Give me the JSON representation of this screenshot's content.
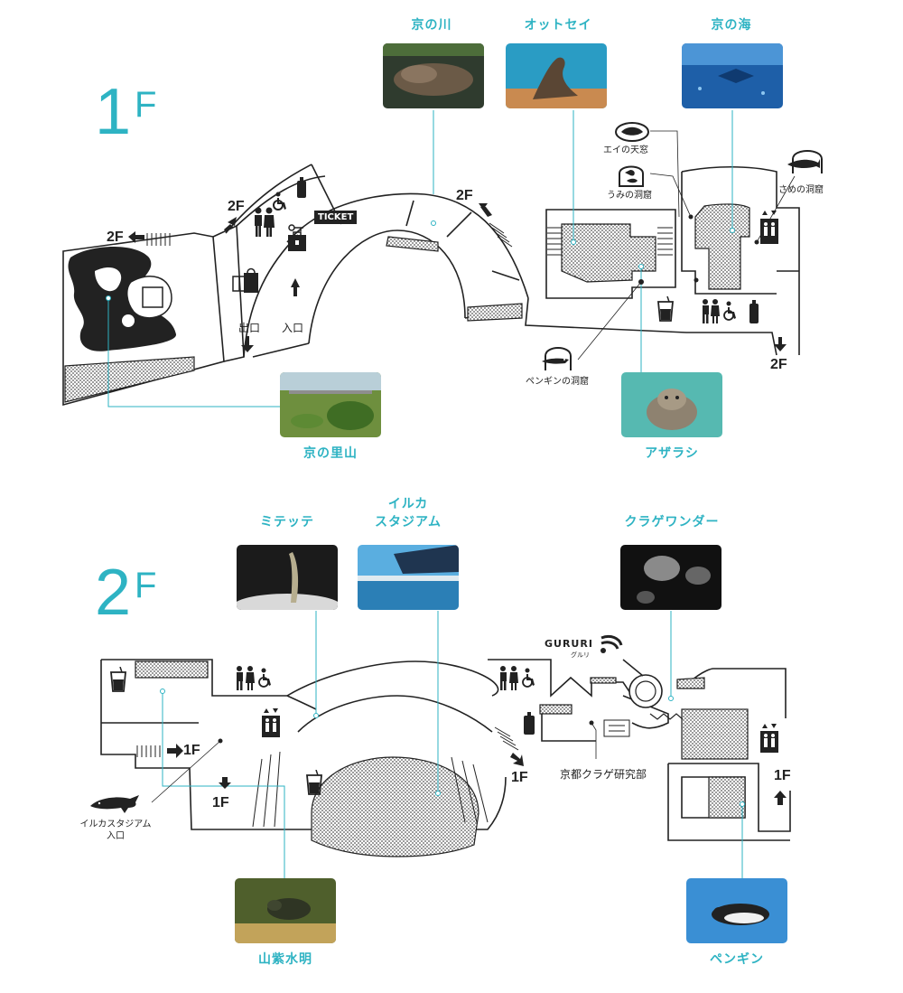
{
  "floor1": {
    "number": "1",
    "suffix": "F",
    "exhibits": [
      {
        "label": "京の川",
        "icon": "river-photo"
      },
      {
        "label": "オットセイ",
        "icon": "fur-seal-photo"
      },
      {
        "label": "京の海",
        "icon": "sea-photo"
      },
      {
        "label": "京の里山",
        "icon": "satoyama-photo"
      },
      {
        "label": "アザラシ",
        "icon": "seal-photo"
      }
    ],
    "windows": {
      "ray": "エイの天窓",
      "sea_cave": "うみの洞窟",
      "shark_cave": "さめの洞窟",
      "penguin_cave": "ペンギンの洞窟"
    },
    "ticket": "TICKET",
    "exit": "出口",
    "entrance": "入口",
    "to_2f": "2F"
  },
  "floor2": {
    "number": "2",
    "suffix": "F",
    "exhibits": [
      {
        "label": "ミテッテ",
        "icon": "eel-photo"
      },
      {
        "label": "イルカ",
        "label2": "スタジアム",
        "icon": "dolphin-stadium-photo"
      },
      {
        "label": "クラゲワンダー",
        "icon": "jellyfish-photo"
      },
      {
        "label": "山紫水明",
        "icon": "salamander-photo"
      },
      {
        "label": "ペンギン",
        "icon": "penguin-photo"
      }
    ],
    "gururi": "GURURI",
    "gururi_sub": "グルリ",
    "jelly_lab": "京都クラゲ研究部",
    "dolphin_entrance_1": "イルカスタジアム",
    "dolphin_entrance_2": "入口",
    "to_1f": "1F"
  },
  "colors": {
    "accent": "#2eb3c3",
    "line": "#222222",
    "hatch": "#d8d8d8"
  }
}
